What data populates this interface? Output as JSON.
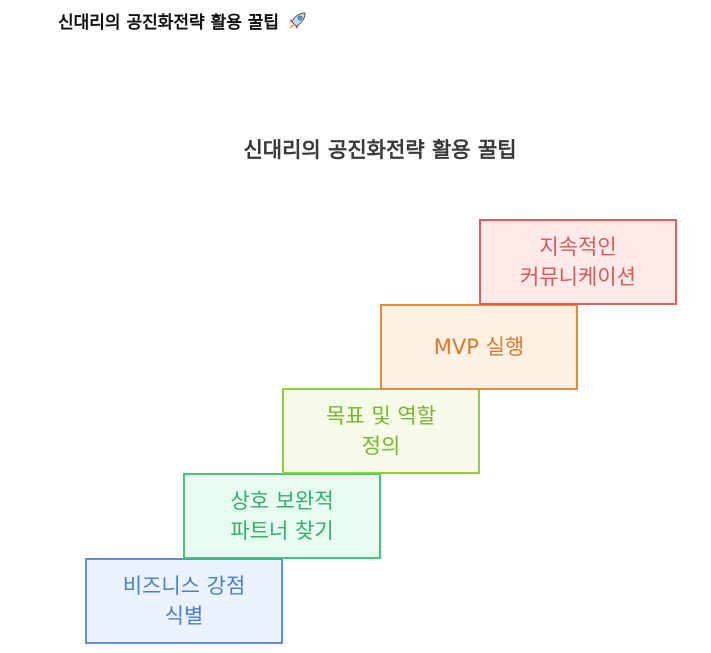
{
  "page": {
    "heading": "신대리의 공진화전략 활용 꿀팁",
    "heading_icon": "rocket-icon"
  },
  "diagram": {
    "title": "신대리의 공진화전략 활용 꿀팁",
    "steps": [
      {
        "lines": [
          "비즈니스 강점",
          "식별"
        ],
        "color": "#5b8fd7",
        "fill": "#eaf2fc"
      },
      {
        "lines": [
          "상호 보완적",
          "파트너 찾기"
        ],
        "color": "#46c47e",
        "fill": "#e8fbf0"
      },
      {
        "lines": [
          "목표 및 역할",
          "정의"
        ],
        "color": "#93cc3e",
        "fill": "#f5fbe8"
      },
      {
        "lines": [
          "MVP 실행"
        ],
        "color": "#e48a3c",
        "fill": "#fff0e4"
      },
      {
        "lines": [
          "지속적인",
          "커뮤니케이션"
        ],
        "color": "#df5f5f",
        "fill": "#ffe9e9"
      }
    ]
  }
}
